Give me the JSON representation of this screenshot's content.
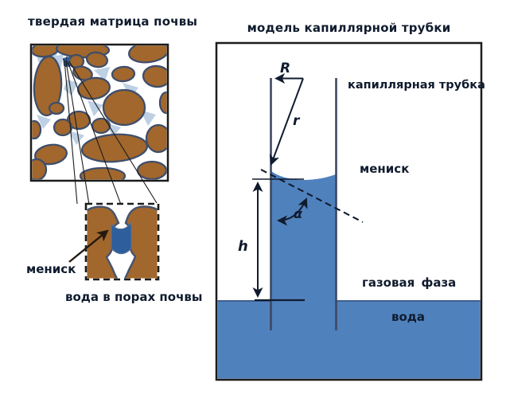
{
  "figure": {
    "left_panel": {
      "title": "твердая матрица почвы",
      "inset": {
        "meniscus_label": "мениск",
        "caption": "вода в порах почвы"
      }
    },
    "right_panel": {
      "title": "модель капиллярной трубки",
      "labels": {
        "tube": "капиллярная трубка",
        "meniscus": "мениск",
        "gas_phase": "газовая фаза",
        "water": "вода"
      },
      "symbols": {
        "tube_radius": "R",
        "meniscus_radius": "r",
        "capillary_height": "h",
        "contact_angle": "α"
      }
    },
    "colors": {
      "soil_brown": "#A2672C",
      "particle_outline": "#3E4E6B",
      "pore_water_blue": "#2E5F9C",
      "pore_light_blue": "#BDD0E4",
      "water_blue": "#4F81BD",
      "ink": "#101B2E",
      "frame": "#1C1C1C",
      "tube_wall": "#3C4A5F",
      "background": "#FFFFFF"
    }
  }
}
